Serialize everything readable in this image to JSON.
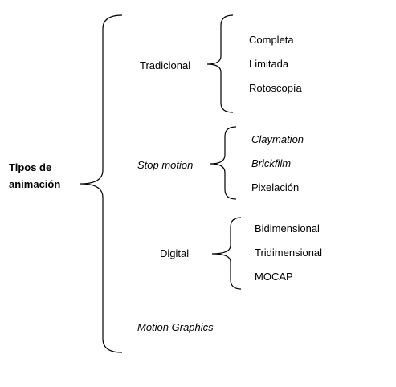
{
  "root": {
    "line1": "Tipos de",
    "line2": "animación"
  },
  "categories": [
    {
      "label": "Tradicional",
      "items": [
        "Completa",
        "Limitada",
        "Rotoscopía"
      ]
    },
    {
      "label": "Stop motion",
      "items": [
        "Claymation",
        "Brickfilm",
        "Pixelación"
      ]
    },
    {
      "label": "Digital",
      "items": [
        "Bidimensional",
        "Tridimensional",
        "MOCAP"
      ]
    },
    {
      "label": "Motion Graphics",
      "items": []
    }
  ]
}
